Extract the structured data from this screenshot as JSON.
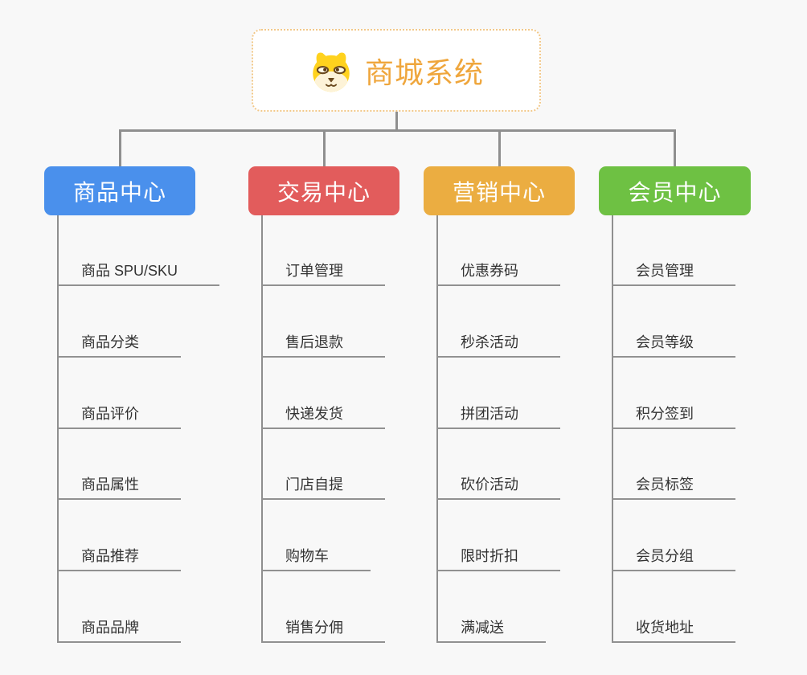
{
  "canvas": {
    "background": "#f8f8f8",
    "connector_color": "#8f8f8f",
    "underline_color": "#919191",
    "child_text_color": "#333333"
  },
  "root": {
    "title": "商城系统",
    "title_color": "#efa63c",
    "border_color": "#f2c889",
    "icon": "shiba-dog-icon",
    "icon_colors": {
      "fur": "#ffd21e",
      "muzzle": "#fdf3d8",
      "features": "#6b4a1f"
    }
  },
  "branches": [
    {
      "label": "商品中心",
      "color": "#4a90ec",
      "children": [
        "商品 SPU/SKU",
        "商品分类",
        "商品评价",
        "商品属性",
        "商品推荐",
        "商品品牌"
      ]
    },
    {
      "label": "交易中心",
      "color": "#e25c5c",
      "children": [
        "订单管理",
        "售后退款",
        "快递发货",
        "门店自提",
        "购物车",
        "销售分佣"
      ]
    },
    {
      "label": "营销中心",
      "color": "#ebad41",
      "children": [
        "优惠券码",
        "秒杀活动",
        "拼团活动",
        "砍价活动",
        "限时折扣",
        "满减送"
      ]
    },
    {
      "label": "会员中心",
      "color": "#6ec143",
      "children": [
        "会员管理",
        "会员等级",
        "积分签到",
        "会员标签",
        "会员分组",
        "收货地址"
      ]
    }
  ]
}
